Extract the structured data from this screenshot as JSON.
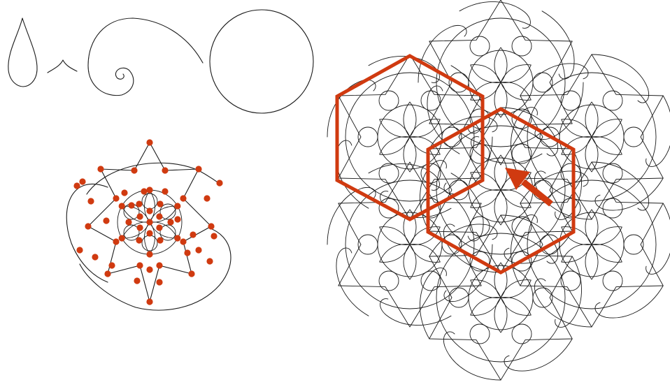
{
  "figure": {
    "primitives": [
      "teardrop",
      "chevron",
      "spiral-arc",
      "circle"
    ],
    "node_color": "#d03a10",
    "outline_color": "#1a1a1a",
    "highlight_color": "#d03a10",
    "background": "#ffffff",
    "tile_count_in_patch": 7,
    "highlighted_hexagons": 2,
    "arrow_present": true
  }
}
